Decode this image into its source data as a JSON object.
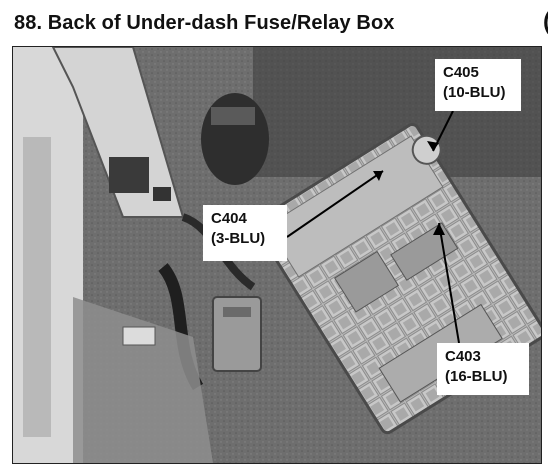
{
  "figure": {
    "number_title": "88. Back of Under-dash Fuse/Relay Box",
    "corner_mark": "("
  },
  "callouts": {
    "c405": {
      "connector": "C405",
      "spec": "(10-BLU)"
    },
    "c404": {
      "connector": "C404",
      "spec": "(3-BLU)"
    },
    "c403": {
      "connector": "C403",
      "spec": "(16-BLU)"
    }
  }
}
